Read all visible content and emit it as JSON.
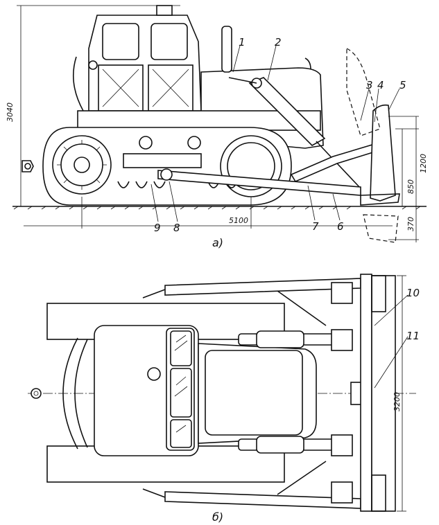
{
  "view_a": {
    "caption": "а)",
    "dims": {
      "total_height": "3040",
      "track_length": "5100",
      "blade_height": "1200",
      "lift_height": "850",
      "dig_depth": "370"
    },
    "callouts": [
      "1",
      "2",
      "3",
      "4",
      "5",
      "6",
      "7",
      "8",
      "9"
    ]
  },
  "view_b": {
    "caption": "б)",
    "dims": {
      "blade_width": "3200"
    },
    "callouts": [
      "10",
      "11"
    ]
  }
}
